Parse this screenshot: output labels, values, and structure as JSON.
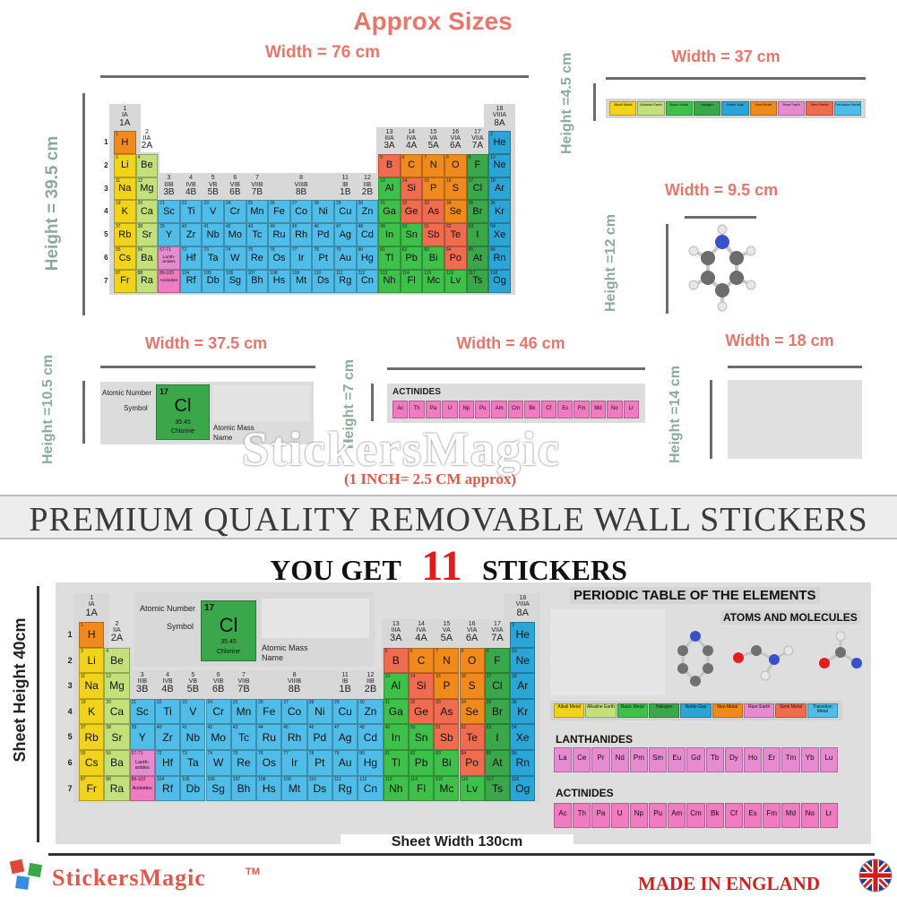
{
  "heading": "Approx Sizes",
  "dimensions": {
    "main_width": "Width =  76 cm",
    "main_height": "Height =  39.5 cm",
    "legend_width": "Width =  37 cm",
    "legend_height": "Height =4.5 cm",
    "molecule_width": "Width =  9.5 cm",
    "molecule_height": "Height =12 cm",
    "key_width": "Width =  37.5 cm",
    "key_height": "Height =10.5 cm",
    "actinides_width": "Width =  46 cm",
    "actinides_height": "Height =7 cm",
    "info_width": "Width =  18 cm",
    "info_height": "Height =14 cm",
    "inch_note": "(1 INCH= 2.5 CM approx)"
  },
  "watermark": "StickersMagic",
  "banner": "PREMIUM QUALITY REMOVABLE WALL STICKERS",
  "you_get": {
    "prefix": "YOU GET",
    "count": "11",
    "suffix": "STICKERS"
  },
  "sheet": {
    "height_label": "Sheet Height 40cm",
    "width_label": "Sheet Width 130cm",
    "title": "PERIODIC TABLE OF THE ELEMENTS",
    "atoms": "ATOMS AND MOLECULES",
    "lanthanides": "LANTHANIDES",
    "actinides": "ACTINIDES"
  },
  "key": {
    "atomic_number_label": "Atomic Number",
    "symbol_label": "Symbol",
    "atomic_mass_label": "Atomic Mass",
    "name_label": "Name",
    "number": "17",
    "symbol": "Cl",
    "mass": "35.45",
    "name": "Chlorine"
  },
  "actinides_heading": "ACTINIDES",
  "group_labels": {
    "g1": [
      "1",
      "IA",
      "1A"
    ],
    "g2": [
      "2",
      "IIA",
      "2A"
    ],
    "g3": [
      "3",
      "IIIB",
      "3B"
    ],
    "g4": [
      "4",
      "IVB",
      "4B"
    ],
    "g5": [
      "5",
      "VB",
      "5B"
    ],
    "g6": [
      "6",
      "VIB",
      "6B"
    ],
    "g7": [
      "7",
      "VIIB",
      "7B"
    ],
    "g8": [
      "8",
      "VIIIB",
      "8B"
    ],
    "g11": [
      "11",
      "IB",
      "1B"
    ],
    "g12": [
      "12",
      "IIB",
      "2B"
    ],
    "g13": [
      "13",
      "IIIA",
      "3A"
    ],
    "g14": [
      "14",
      "IVA",
      "4A"
    ],
    "g15": [
      "15",
      "VA",
      "5A"
    ],
    "g16": [
      "16",
      "VIA",
      "6A"
    ],
    "g17": [
      "17",
      "VIIA",
      "7A"
    ],
    "g18": [
      "18",
      "VIIIA",
      "8A"
    ]
  },
  "periods": [
    "1",
    "2",
    "3",
    "4",
    "5",
    "6",
    "7"
  ],
  "elements": [
    {
      "n": "1",
      "s": "H",
      "r": 1,
      "c": 1,
      "t": "nm"
    },
    {
      "n": "2",
      "s": "He",
      "r": 1,
      "c": 18,
      "t": "ng"
    },
    {
      "n": "3",
      "s": "Li",
      "r": 2,
      "c": 1,
      "t": "am"
    },
    {
      "n": "4",
      "s": "Be",
      "r": 2,
      "c": 2,
      "t": "ae"
    },
    {
      "n": "5",
      "s": "B",
      "r": 2,
      "c": 13,
      "t": "sm"
    },
    {
      "n": "6",
      "s": "C",
      "r": 2,
      "c": 14,
      "t": "nm"
    },
    {
      "n": "7",
      "s": "N",
      "r": 2,
      "c": 15,
      "t": "nm"
    },
    {
      "n": "8",
      "s": "O",
      "r": 2,
      "c": 16,
      "t": "nm"
    },
    {
      "n": "9",
      "s": "F",
      "r": 2,
      "c": 17,
      "t": "ha"
    },
    {
      "n": "10",
      "s": "Ne",
      "r": 2,
      "c": 18,
      "t": "ng"
    },
    {
      "n": "11",
      "s": "Na",
      "r": 3,
      "c": 1,
      "t": "am"
    },
    {
      "n": "12",
      "s": "Mg",
      "r": 3,
      "c": 2,
      "t": "ae"
    },
    {
      "n": "13",
      "s": "Al",
      "r": 3,
      "c": 13,
      "t": "bm"
    },
    {
      "n": "14",
      "s": "Si",
      "r": 3,
      "c": 14,
      "t": "sm"
    },
    {
      "n": "15",
      "s": "P",
      "r": 3,
      "c": 15,
      "t": "nm"
    },
    {
      "n": "16",
      "s": "S",
      "r": 3,
      "c": 16,
      "t": "nm"
    },
    {
      "n": "17",
      "s": "Cl",
      "r": 3,
      "c": 17,
      "t": "ha"
    },
    {
      "n": "18",
      "s": "Ar",
      "r": 3,
      "c": 18,
      "t": "ng"
    },
    {
      "n": "19",
      "s": "K",
      "r": 4,
      "c": 1,
      "t": "am"
    },
    {
      "n": "20",
      "s": "Ca",
      "r": 4,
      "c": 2,
      "t": "ae"
    },
    {
      "n": "21",
      "s": "Sc",
      "r": 4,
      "c": 3,
      "t": "tm"
    },
    {
      "n": "22",
      "s": "Ti",
      "r": 4,
      "c": 4,
      "t": "tm"
    },
    {
      "n": "23",
      "s": "V",
      "r": 4,
      "c": 5,
      "t": "tm"
    },
    {
      "n": "24",
      "s": "Cr",
      "r": 4,
      "c": 6,
      "t": "tm"
    },
    {
      "n": "25",
      "s": "Mn",
      "r": 4,
      "c": 7,
      "t": "tm"
    },
    {
      "n": "26",
      "s": "Fe",
      "r": 4,
      "c": 8,
      "t": "tm"
    },
    {
      "n": "27",
      "s": "Co",
      "r": 4,
      "c": 9,
      "t": "tm"
    },
    {
      "n": "28",
      "s": "Ni",
      "r": 4,
      "c": 10,
      "t": "tm"
    },
    {
      "n": "29",
      "s": "Cu",
      "r": 4,
      "c": 11,
      "t": "tm"
    },
    {
      "n": "30",
      "s": "Zn",
      "r": 4,
      "c": 12,
      "t": "tm"
    },
    {
      "n": "31",
      "s": "Ga",
      "r": 4,
      "c": 13,
      "t": "bm"
    },
    {
      "n": "32",
      "s": "Ge",
      "r": 4,
      "c": 14,
      "t": "sm"
    },
    {
      "n": "33",
      "s": "As",
      "r": 4,
      "c": 15,
      "t": "sm"
    },
    {
      "n": "34",
      "s": "Se",
      "r": 4,
      "c": 16,
      "t": "nm"
    },
    {
      "n": "35",
      "s": "Br",
      "r": 4,
      "c": 17,
      "t": "ha"
    },
    {
      "n": "36",
      "s": "Kr",
      "r": 4,
      "c": 18,
      "t": "ng"
    },
    {
      "n": "37",
      "s": "Rb",
      "r": 5,
      "c": 1,
      "t": "am"
    },
    {
      "n": "38",
      "s": "Sr",
      "r": 5,
      "c": 2,
      "t": "ae"
    },
    {
      "n": "39",
      "s": "Y",
      "r": 5,
      "c": 3,
      "t": "tm"
    },
    {
      "n": "40",
      "s": "Zr",
      "r": 5,
      "c": 4,
      "t": "tm"
    },
    {
      "n": "41",
      "s": "Nb",
      "r": 5,
      "c": 5,
      "t": "tm"
    },
    {
      "n": "42",
      "s": "Mo",
      "r": 5,
      "c": 6,
      "t": "tm"
    },
    {
      "n": "43",
      "s": "Tc",
      "r": 5,
      "c": 7,
      "t": "tm"
    },
    {
      "n": "44",
      "s": "Ru",
      "r": 5,
      "c": 8,
      "t": "tm"
    },
    {
      "n": "45",
      "s": "Rh",
      "r": 5,
      "c": 9,
      "t": "tm"
    },
    {
      "n": "46",
      "s": "Pd",
      "r": 5,
      "c": 10,
      "t": "tm"
    },
    {
      "n": "47",
      "s": "Ag",
      "r": 5,
      "c": 11,
      "t": "tm"
    },
    {
      "n": "48",
      "s": "Cd",
      "r": 5,
      "c": 12,
      "t": "tm"
    },
    {
      "n": "49",
      "s": "In",
      "r": 5,
      "c": 13,
      "t": "bm"
    },
    {
      "n": "50",
      "s": "Sn",
      "r": 5,
      "c": 14,
      "t": "bm"
    },
    {
      "n": "51",
      "s": "Sb",
      "r": 5,
      "c": 15,
      "t": "sm"
    },
    {
      "n": "52",
      "s": "Te",
      "r": 5,
      "c": 16,
      "t": "sm"
    },
    {
      "n": "53",
      "s": "I",
      "r": 5,
      "c": 17,
      "t": "ha"
    },
    {
      "n": "54",
      "s": "Xe",
      "r": 5,
      "c": 18,
      "t": "ng"
    },
    {
      "n": "55",
      "s": "Cs",
      "r": 6,
      "c": 1,
      "t": "am"
    },
    {
      "n": "56",
      "s": "Ba",
      "r": 6,
      "c": 2,
      "t": "ae"
    },
    {
      "n": "57-71",
      "s": "Lanth-anides",
      "r": 6,
      "c": 3,
      "t": "la"
    },
    {
      "n": "72",
      "s": "Hf",
      "r": 6,
      "c": 4,
      "t": "tm"
    },
    {
      "n": "73",
      "s": "Ta",
      "r": 6,
      "c": 5,
      "t": "tm"
    },
    {
      "n": "74",
      "s": "W",
      "r": 6,
      "c": 6,
      "t": "tm"
    },
    {
      "n": "75",
      "s": "Re",
      "r": 6,
      "c": 7,
      "t": "tm"
    },
    {
      "n": "76",
      "s": "Os",
      "r": 6,
      "c": 8,
      "t": "tm"
    },
    {
      "n": "77",
      "s": "Ir",
      "r": 6,
      "c": 9,
      "t": "tm"
    },
    {
      "n": "78",
      "s": "Pt",
      "r": 6,
      "c": 10,
      "t": "tm"
    },
    {
      "n": "79",
      "s": "Au",
      "r": 6,
      "c": 11,
      "t": "tm"
    },
    {
      "n": "80",
      "s": "Hg",
      "r": 6,
      "c": 12,
      "t": "tm"
    },
    {
      "n": "81",
      "s": "Tl",
      "r": 6,
      "c": 13,
      "t": "bm"
    },
    {
      "n": "82",
      "s": "Pb",
      "r": 6,
      "c": 14,
      "t": "bm"
    },
    {
      "n": "83",
      "s": "Bi",
      "r": 6,
      "c": 15,
      "t": "bm"
    },
    {
      "n": "84",
      "s": "Po",
      "r": 6,
      "c": 16,
      "t": "sm"
    },
    {
      "n": "85",
      "s": "At",
      "r": 6,
      "c": 17,
      "t": "ha"
    },
    {
      "n": "86",
      "s": "Rn",
      "r": 6,
      "c": 18,
      "t": "ng"
    },
    {
      "n": "87",
      "s": "Fr",
      "r": 7,
      "c": 1,
      "t": "am"
    },
    {
      "n": "88",
      "s": "Ra",
      "r": 7,
      "c": 2,
      "t": "ae"
    },
    {
      "n": "89-103",
      "s": "Actinides",
      "r": 7,
      "c": 3,
      "t": "ac"
    },
    {
      "n": "104",
      "s": "Rf",
      "r": 7,
      "c": 4,
      "t": "tm"
    },
    {
      "n": "105",
      "s": "Db",
      "r": 7,
      "c": 5,
      "t": "tm"
    },
    {
      "n": "106",
      "s": "Sg",
      "r": 7,
      "c": 6,
      "t": "tm"
    },
    {
      "n": "107",
      "s": "Bh",
      "r": 7,
      "c": 7,
      "t": "tm"
    },
    {
      "n": "108",
      "s": "Hs",
      "r": 7,
      "c": 8,
      "t": "tm"
    },
    {
      "n": "109",
      "s": "Mt",
      "r": 7,
      "c": 9,
      "t": "tm"
    },
    {
      "n": "110",
      "s": "Ds",
      "r": 7,
      "c": 10,
      "t": "tm"
    },
    {
      "n": "111",
      "s": "Rg",
      "r": 7,
      "c": 11,
      "t": "tm"
    },
    {
      "n": "112",
      "s": "Cn",
      "r": 7,
      "c": 12,
      "t": "tm"
    },
    {
      "n": "113",
      "s": "Nh",
      "r": 7,
      "c": 13,
      "t": "bm"
    },
    {
      "n": "114",
      "s": "Fl",
      "r": 7,
      "c": 14,
      "t": "bm"
    },
    {
      "n": "115",
      "s": "Mc",
      "r": 7,
      "c": 15,
      "t": "bm"
    },
    {
      "n": "116",
      "s": "Lv",
      "r": 7,
      "c": 16,
      "t": "bm"
    },
    {
      "n": "117",
      "s": "Ts",
      "r": 7,
      "c": 17,
      "t": "ha"
    },
    {
      "n": "118",
      "s": "Og",
      "r": 7,
      "c": 18,
      "t": "ng"
    }
  ],
  "lanthanide_symbols": [
    "La",
    "Ce",
    "Pr",
    "Nd",
    "Pm",
    "Sm",
    "Eu",
    "Gd",
    "Tb",
    "Dy",
    "Ho",
    "Er",
    "Tm",
    "Yb",
    "Lu"
  ],
  "actinide_symbols": [
    "Ac",
    "Th",
    "Pa",
    "U",
    "Np",
    "Pu",
    "Am",
    "Cm",
    "Bk",
    "Cf",
    "Es",
    "Fm",
    "Md",
    "No",
    "Lr"
  ],
  "legend": [
    {
      "label": "Alkali Metal",
      "t": "am"
    },
    {
      "label": "Alkaline Earth",
      "t": "ae"
    },
    {
      "label": "Basic Metal",
      "t": "bm"
    },
    {
      "label": "Halogen",
      "t": "ha"
    },
    {
      "label": "Noble Gas",
      "t": "ng"
    },
    {
      "label": "Non Metal",
      "t": "nm"
    },
    {
      "label": "Rare Earth",
      "t": "la"
    },
    {
      "label": "Semi Metal",
      "t": "sm"
    },
    {
      "label": "Transition Metal",
      "t": "tm"
    }
  ],
  "colors": {
    "am": "#f2d31b",
    "ae": "#c3e07a",
    "bm": "#3fc04a",
    "ha": "#3aa84a",
    "ng": "#2aa5d6",
    "nm": "#f08a1c",
    "la": "#e78bd0",
    "sm": "#ef6d4e",
    "tm": "#4fbde8",
    "ac": "#f07bc0",
    "accent": "#e8766a",
    "dim": "#8aab9b"
  },
  "brand": "StickersMagic",
  "brand_tm": "TM",
  "made_in": "MADE IN ENGLAND"
}
